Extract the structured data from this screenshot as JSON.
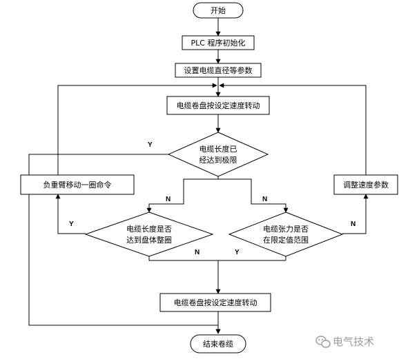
{
  "nodes": {
    "start": "开始",
    "plc_init": "PLC 程序初始化",
    "set_diameter": "设置电缆直径等参数",
    "rotate_1": "电缆卷盘按设定速度转动",
    "length_limit_line1": "电缆长度已",
    "length_limit_line2": "经达到极限",
    "load_arm_move": "负重臂移动一圈命令",
    "adjust_speed": "调整速度参数",
    "full_circle_line1": "电缆长度是否",
    "full_circle_line2": "达到盘体整圈",
    "tension_line1": "电缆张力是否",
    "tension_line2": "在限定值范围",
    "rotate_2": "电缆卷盘按设定速度转动",
    "end": "结束卷缆"
  },
  "edge_labels": {
    "yes_limit": "Y",
    "no_limit_left": "N",
    "no_limit_right": "N",
    "yes_full_circle": "Y",
    "no_full_circle": "N",
    "yes_tension": "Y",
    "no_tension": "N"
  },
  "watermark": "电气技术",
  "colors": {
    "stroke": "#000000",
    "background": "#ffffff",
    "watermark": "#9a9a9a"
  }
}
